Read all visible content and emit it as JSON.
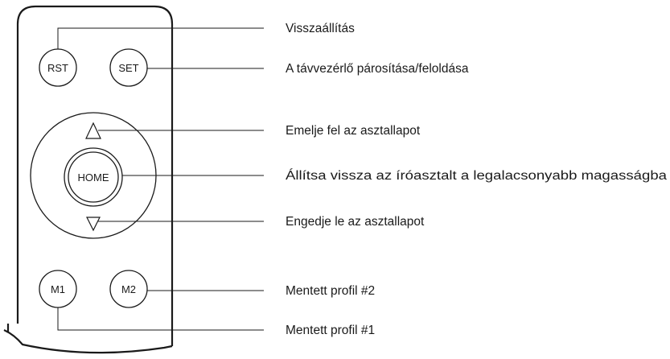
{
  "remote": {
    "buttons": {
      "rst": "RST",
      "set": "SET",
      "home": "HOME",
      "m1": "M1",
      "m2": "M2"
    }
  },
  "callouts": {
    "reset": "Visszaállítás",
    "pair": "A távvezérlő párosítása/feloldása",
    "raise": "Emelje fel az asztallapot",
    "home": "Állítsa vissza az íróasztalt a legalacsonyabb magasságba",
    "lower": "Engedje le az asztallapot",
    "profile2": "Mentett profil #2",
    "profile1": "Mentett profil #1"
  },
  "colors": {
    "ink": "#1a1a1a",
    "background": "#ffffff"
  }
}
